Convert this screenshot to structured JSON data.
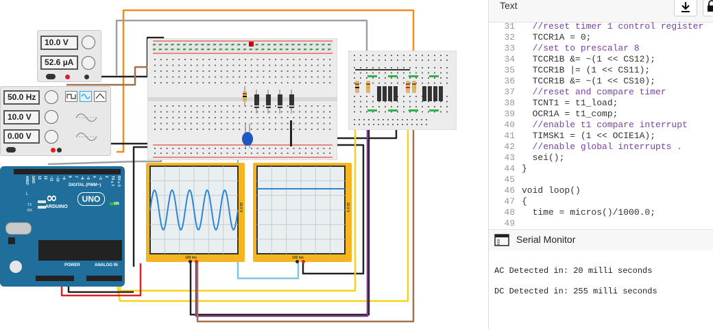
{
  "power_supply": {
    "voltage": "10.0 V",
    "current": "52.6 µA"
  },
  "function_generator": {
    "frequency": "50.0 Hz",
    "amplitude": "10.0 V",
    "offset": "0.00 V"
  },
  "arduino": {
    "model": "UNO",
    "brand": "ARDUINO",
    "logo": "∞",
    "on_label": "ON",
    "digital_label": "DIGITAL (PWM~)",
    "power_label": "POWER",
    "analog_label": "ANALOG IN",
    "pin_labels": [
      "AREF",
      "GND",
      "13",
      "12",
      "~11",
      "~10",
      "~9",
      "8",
      "7",
      "~6",
      "~5",
      "4",
      "~3",
      "2",
      "TX▸1",
      "RX◂0"
    ],
    "side_labels": [
      "L",
      "TX",
      "RX"
    ]
  },
  "oscilloscopes": [
    {
      "time_label": "100 ms",
      "volt_label": "20.0 V",
      "signal": "sine"
    },
    {
      "time_label": "100 ms",
      "volt_label": "20.0 V",
      "signal": "dc"
    }
  ],
  "panel": {
    "code_header": "Text",
    "serial_title": "Serial Monitor",
    "icons": [
      "download-icon",
      "lock-icon",
      "serial-monitor-icon"
    ]
  },
  "code_lines": [
    {
      "n": "31",
      "text": "  //reset timer 1 control register",
      "type": "comment"
    },
    {
      "n": "32",
      "text": "  TCCR1A = 0;",
      "type": "code"
    },
    {
      "n": "33",
      "text": "  //set to prescalar 8",
      "type": "comment"
    },
    {
      "n": "34",
      "text": "  TCCR1B &= ~(1 << CS12);",
      "type": "code"
    },
    {
      "n": "35",
      "text": "  TCCR1B |= (1 << CS11);",
      "type": "code"
    },
    {
      "n": "36",
      "text": "  TCCR1B &= ~(1 << CS10);",
      "type": "code"
    },
    {
      "n": "37",
      "text": "  //reset and compare timer",
      "type": "comment"
    },
    {
      "n": "38",
      "text": "  TCNT1 = t1_load;",
      "type": "code"
    },
    {
      "n": "39",
      "text": "  OCR1A = t1_comp;",
      "type": "code"
    },
    {
      "n": "40",
      "text": "  //enable t1 compare interrupt",
      "type": "comment"
    },
    {
      "n": "41",
      "text": "  TIMSK1 = (1 << OCIE1A);",
      "type": "code"
    },
    {
      "n": "42",
      "text": "  //enable global interrupts .",
      "type": "comment"
    },
    {
      "n": "43",
      "text": "  sei();",
      "type": "code"
    },
    {
      "n": "44",
      "text": "}",
      "type": "code"
    },
    {
      "n": "45",
      "text": "",
      "type": "code"
    },
    {
      "n": "46",
      "text": "void loop()",
      "type": "code"
    },
    {
      "n": "47",
      "text": "{",
      "type": "code"
    },
    {
      "n": "48",
      "text": "  time = micros()/1000.0;",
      "type": "code"
    },
    {
      "n": "49",
      "text": "",
      "type": "code"
    }
  ],
  "serial_output": [
    "AC Detected in: 20 milli seconds",
    "DC Detected in: 255 milli seconds"
  ],
  "colors": {
    "wire_orange": "#f28c1a",
    "wire_gray": "#9aa0a6",
    "wire_brown": "#a0714f",
    "wire_black": "#222222",
    "wire_yellow": "#f5d31a",
    "wire_purple": "#7a3c8f",
    "wire_red": "#e02020",
    "wire_cyan": "#7cc7d9",
    "arduino_blue": "#1f6e9c",
    "scope_orange": "#f5b521",
    "trace_blue": "#2b86d6"
  }
}
